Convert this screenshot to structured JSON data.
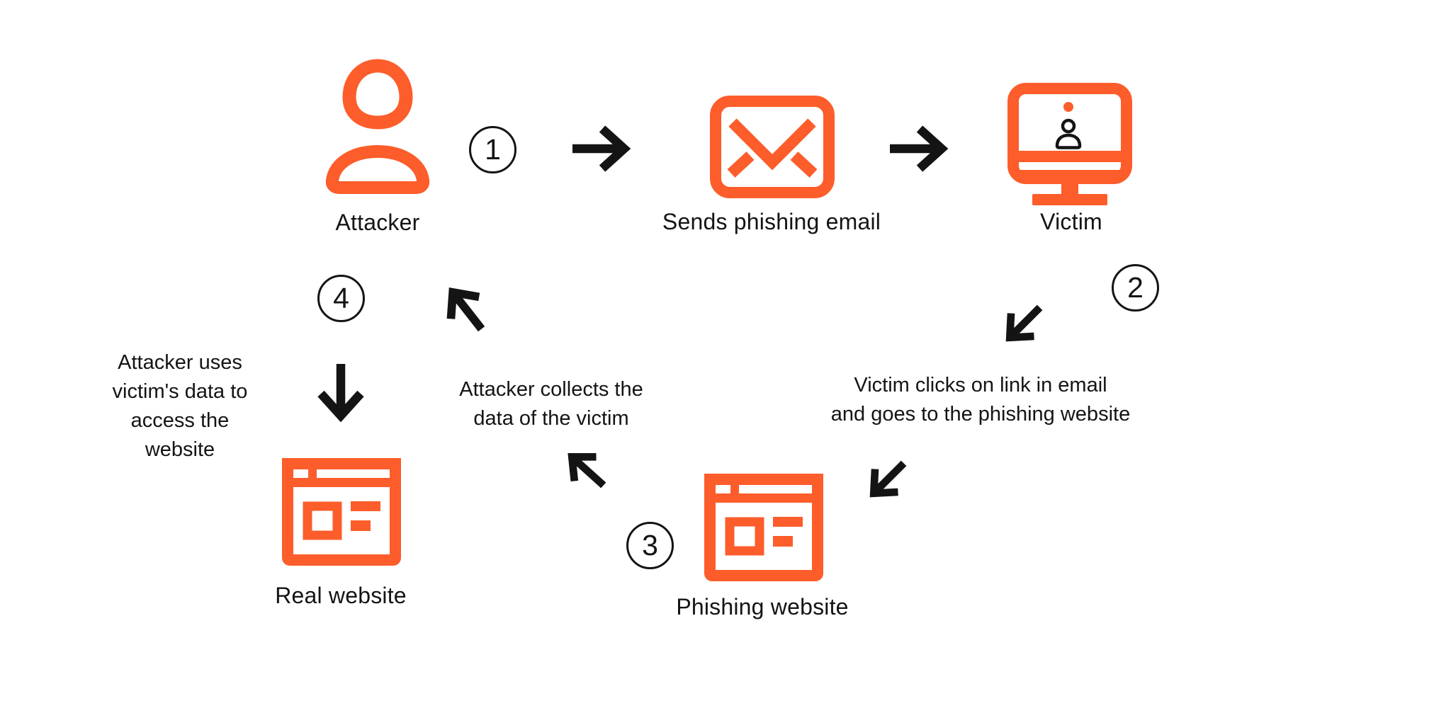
{
  "colors": {
    "accent": "#FC5D2B",
    "ink": "#141414",
    "background": "#FFFFFF"
  },
  "nodes": {
    "attacker": {
      "label": "Attacker",
      "icon": "person-icon"
    },
    "email": {
      "label": "Sends phishing email",
      "icon": "envelope-icon"
    },
    "victim": {
      "label": "Victim",
      "icon": "monitor-user-icon"
    },
    "phishing_site": {
      "label": "Phishing website",
      "icon": "browser-window-icon"
    },
    "real_site": {
      "label": "Real website",
      "icon": "browser-window-icon"
    }
  },
  "steps": [
    "1",
    "2",
    "3",
    "4"
  ],
  "annotations": {
    "victim_clicks": {
      "lines": [
        "Victim clicks on link in email",
        "and goes to the phishing website"
      ]
    },
    "attacker_collects": {
      "lines": [
        "Attacker collects the",
        "data of the victim"
      ]
    },
    "attacker_uses": {
      "lines": [
        "Attacker uses",
        "victim's data to",
        "access the",
        "website"
      ]
    }
  }
}
